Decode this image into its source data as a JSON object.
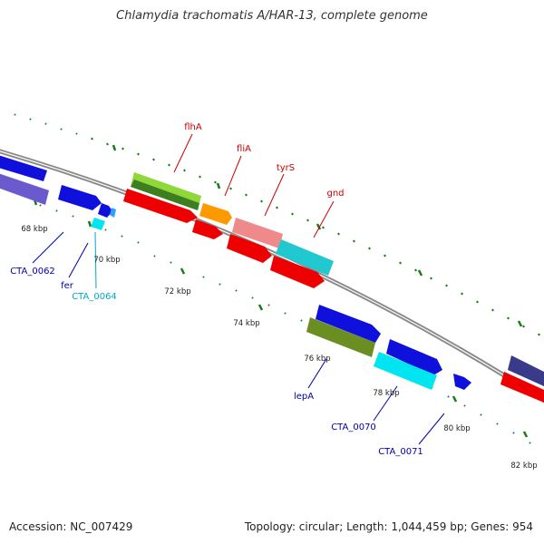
{
  "title": "Chlamydia trachomatis A/HAR-13, complete genome",
  "footer": {
    "accession": "Accession: NC_007429",
    "topology": "Topology: circular; Length: 1,044,459 bp; Genes: 954"
  },
  "colors": {
    "backbone": "#8a8a8a",
    "ticks": "#1a7a1a",
    "label_top": "#cc0000",
    "label_bottom": "#0000aa",
    "label_cyan": "#00a8c8"
  },
  "scale_labels": [
    "68 kbp",
    "70 kbp",
    "72 kbp",
    "74 kbp",
    "76 kbp",
    "78 kbp",
    "80 kbp",
    "82 kbp"
  ],
  "gene_labels": {
    "top": [
      "flhA",
      "fliA",
      "tyrS",
      "gnd"
    ],
    "bottom": [
      "CTA_0062",
      "fer",
      "CTA_0064",
      "lepA",
      "CTA_0070",
      "CTA_0071"
    ]
  }
}
